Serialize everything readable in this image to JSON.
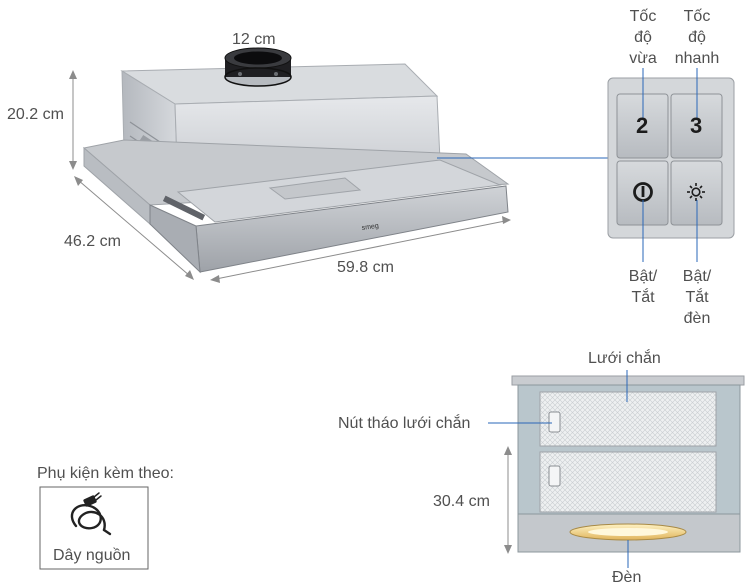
{
  "dimensions": {
    "duct_diameter": "12 cm",
    "height": "20.2 cm",
    "depth": "46.2 cm",
    "width": "59.8 cm",
    "front_height": "30.4 cm"
  },
  "brand_text": "smeg",
  "control_panel": {
    "buttons": [
      {
        "key": "2",
        "label": "Tốc độ vừa",
        "label_lines": [
          "Tốc",
          "độ",
          "vừa"
        ]
      },
      {
        "key": "3",
        "label": "Tốc độ nhanh",
        "label_lines": [
          "Tốc",
          "độ",
          "nhanh"
        ]
      },
      {
        "icon": "power-icon",
        "label": "Bật/Tắt",
        "label_lines": [
          "Bật/",
          "Tắt"
        ]
      },
      {
        "icon": "light-icon",
        "label": "Bật/Tắt đèn",
        "label_lines": [
          "Bật/",
          "Tắt",
          "đèn"
        ]
      }
    ]
  },
  "front_view": {
    "filter_label": "Lưới chắn",
    "release_button_label": "Nút tháo lưới chắn",
    "lamp_label": "Đèn"
  },
  "accessories": {
    "title": "Phụ kiện kèm theo:",
    "item_label": "Dây nguồn",
    "item_icon": "power-cord-icon"
  }
}
